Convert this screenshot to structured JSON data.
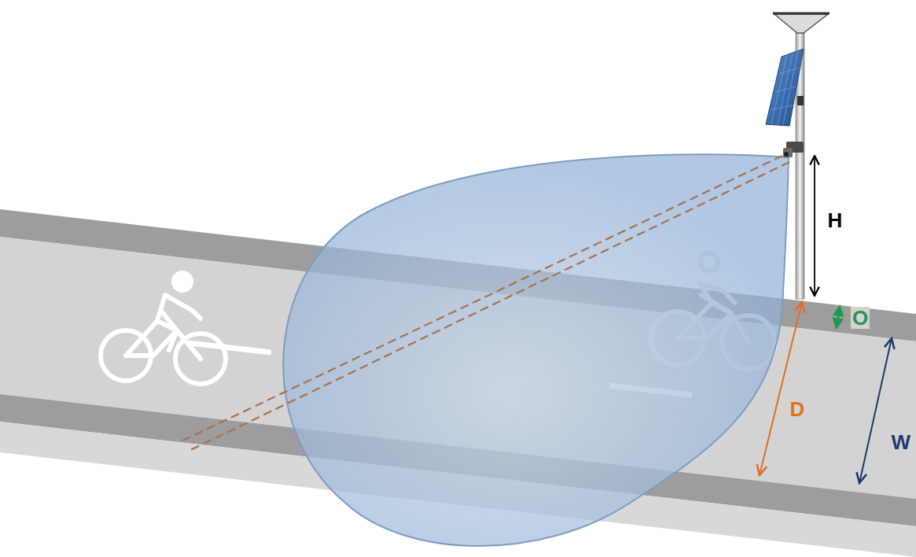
{
  "diagram": {
    "labels": [
      "H",
      "O",
      "D",
      "W"
    ]
  }
}
